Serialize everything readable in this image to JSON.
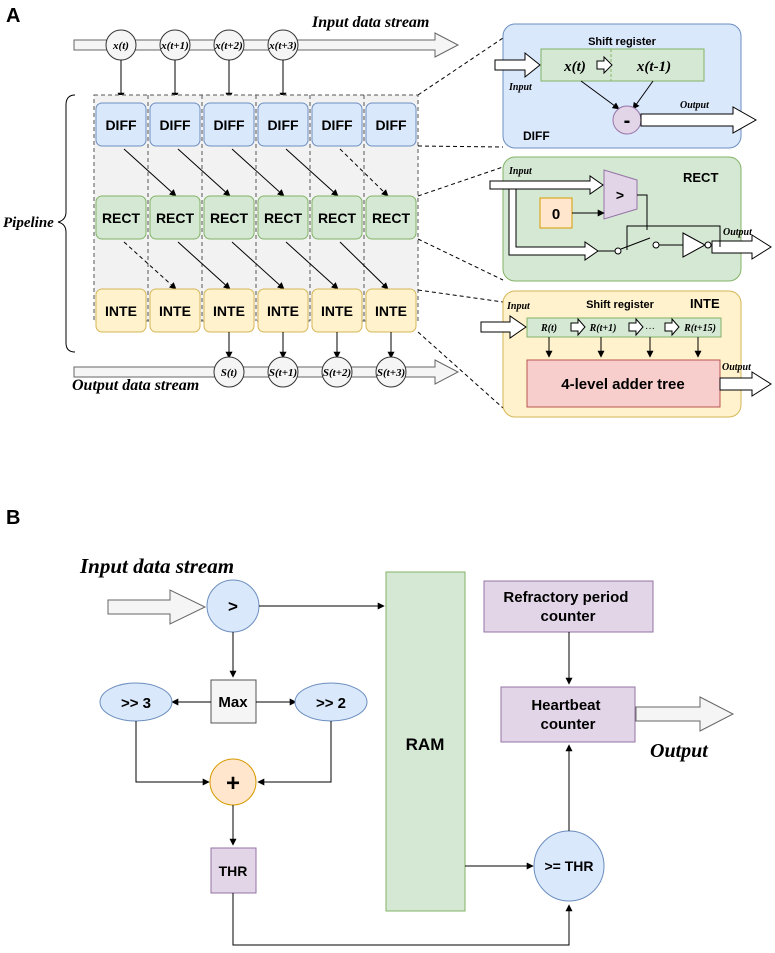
{
  "panel_a": {
    "label": "A",
    "input_stream": "Input data stream",
    "output_stream": "Output data stream",
    "pipeline": "Pipeline",
    "inputs": [
      "x(t)",
      "x(t+1)",
      "x(t+2)",
      "x(t+3)"
    ],
    "outputs": [
      "S(t)",
      "S(t+1)",
      "S(t+2)",
      "S(t+3)"
    ],
    "diff": "DIFF",
    "rect": "RECT",
    "inte": "INTE",
    "diff_box": {
      "title": "Shift register",
      "reg1": "x(t)",
      "reg2": "x(t-1)",
      "input": "Input",
      "output": "Output",
      "op": "-",
      "name": "DIFF"
    },
    "rect_box": {
      "name": "RECT",
      "input": "Input",
      "output": "Output",
      "zero": "0",
      "cmp": ">"
    },
    "inte_box": {
      "title": "Shift register",
      "name": "INTE",
      "input": "Input",
      "output": "Output",
      "r0": "R(t)",
      "r1": "R(t+1)",
      "dots": "···",
      "r15": "R(t+15)",
      "adder": "4-level adder tree"
    }
  },
  "panel_b": {
    "label": "B",
    "input_stream": "Input data stream",
    "gt": ">",
    "max": "Max",
    "shr3": ">> 3",
    "shr2": ">> 2",
    "plus": "+",
    "thr": "THR",
    "ram": "RAM",
    "refractory": "Refractory period\ncounter",
    "heartbeat": "Heartbeat\ncounter",
    "gte": ">= THR",
    "output": "Output"
  },
  "colors": {
    "blue": "#dae8fc",
    "blue_stroke": "#6c8ebf",
    "green": "#d5e8d4",
    "green_stroke": "#82b366",
    "yellow": "#fff2cc",
    "yellow_stroke": "#d6b656",
    "purple": "#e1d5e7",
    "purple_stroke": "#9673a6",
    "red": "#f8cecc",
    "red_stroke": "#b85450",
    "orange": "#ffe6cc",
    "orange_stroke": "#d79b00",
    "grey": "#f5f5f5"
  }
}
